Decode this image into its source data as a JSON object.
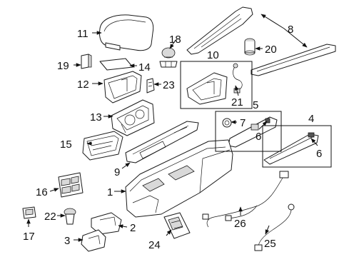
{
  "callouts": [
    {
      "id": "c1",
      "text": "1"
    },
    {
      "id": "c2",
      "text": "2"
    },
    {
      "id": "c3",
      "text": "3"
    },
    {
      "id": "c4",
      "text": "4"
    },
    {
      "id": "c5",
      "text": "5"
    },
    {
      "id": "c6a",
      "text": "6"
    },
    {
      "id": "c6b",
      "text": "6"
    },
    {
      "id": "c7",
      "text": "7"
    },
    {
      "id": "c8",
      "text": "8"
    },
    {
      "id": "c9",
      "text": "9"
    },
    {
      "id": "c10",
      "text": "10"
    },
    {
      "id": "c11",
      "text": "11"
    },
    {
      "id": "c12",
      "text": "12"
    },
    {
      "id": "c13",
      "text": "13"
    },
    {
      "id": "c14",
      "text": "14"
    },
    {
      "id": "c15",
      "text": "15"
    },
    {
      "id": "c16",
      "text": "16"
    },
    {
      "id": "c17",
      "text": "17"
    },
    {
      "id": "c18",
      "text": "18"
    },
    {
      "id": "c19",
      "text": "19"
    },
    {
      "id": "c20",
      "text": "20"
    },
    {
      "id": "c21",
      "text": "21"
    },
    {
      "id": "c22",
      "text": "22"
    },
    {
      "id": "c23",
      "text": "23"
    },
    {
      "id": "c24",
      "text": "24"
    },
    {
      "id": "c25",
      "text": "25"
    },
    {
      "id": "c26",
      "text": "26"
    }
  ]
}
